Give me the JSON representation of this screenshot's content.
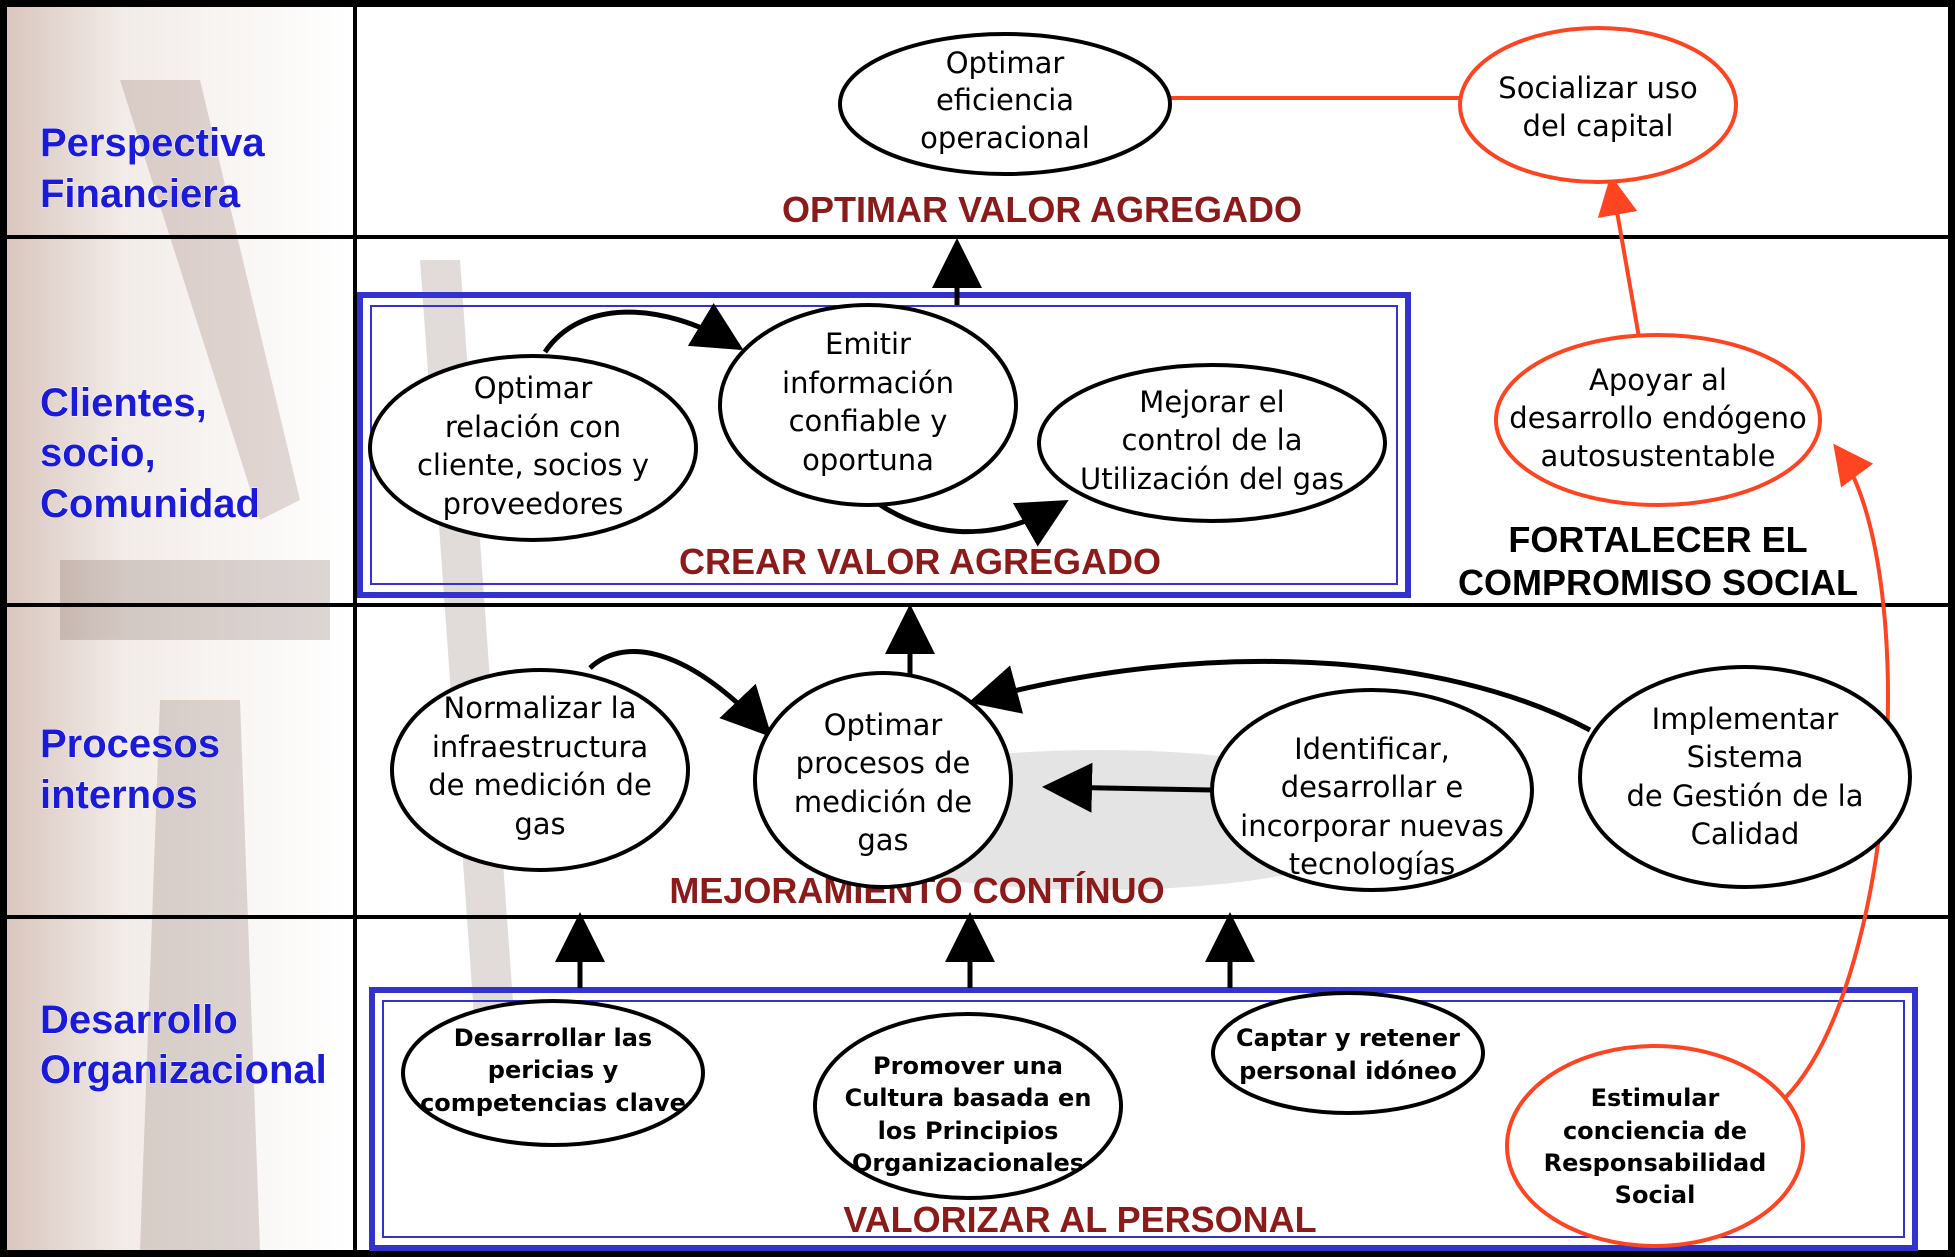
{
  "perspectives": [
    {
      "lines": [
        "Perspectiva",
        "Financiera"
      ]
    },
    {
      "lines": [
        "Clientes,",
        "socio,",
        "Comunidad"
      ]
    },
    {
      "lines": [
        "Procesos",
        "internos"
      ]
    },
    {
      "lines": [
        "Desarrollo",
        "Organizacional"
      ]
    }
  ],
  "titles": {
    "financial": "OPTIMAR  VALOR AGREGADO",
    "clients": "CREAR  VALOR AGREGADO",
    "social": [
      "FORTALECER EL",
      "COMPROMISO SOCIAL"
    ],
    "processes": "MEJORAMIENTO CONTÍNUO",
    "organizational": "VALORIZAR AL PERSONAL"
  },
  "nodes": {
    "optimar_eficiencia": [
      "Optimar",
      "eficiencia",
      "operacional"
    ],
    "socializar": [
      "Socializar uso",
      "del capital"
    ],
    "optimar_relacion": [
      "Optimar",
      "relación con",
      "cliente, socios y",
      "proveedores"
    ],
    "emitir": [
      "Emitir",
      "información",
      "confiable  y",
      "oportuna"
    ],
    "mejorar_control": [
      "Mejorar el",
      "control de la",
      "Utilización del gas"
    ],
    "apoyar": [
      "Apoyar al",
      "desarrollo endógeno",
      "autosustentable"
    ],
    "normalizar": [
      "Normalizar la",
      "infraestructura",
      "de medición de",
      "gas"
    ],
    "optimar_procesos": [
      "Optimar",
      "procesos de",
      "medición de",
      "gas"
    ],
    "identificar": [
      "Identificar,",
      "desarrollar e",
      "incorporar nuevas",
      "tecnologías"
    ],
    "implementar": [
      "Implementar",
      "Sistema",
      "de Gestión de la",
      "Calidad"
    ],
    "desarrollar_pericias": [
      "Desarrollar las",
      "pericias y",
      "competencias clave"
    ],
    "promover": [
      "Promover una",
      "Cultura basada en",
      "los Principios",
      "Organizacionales"
    ],
    "captar": [
      "Captar y retener",
      "personal idóneo"
    ],
    "estimular": [
      "Estimular",
      "conciencia de",
      "Responsabilidad",
      "Social"
    ]
  },
  "colors": {
    "row_line": "#000000",
    "box_border": "#3333cc",
    "title": "#8b1a1a",
    "label": "#1a1ad8",
    "social_accent": "#ff4422"
  }
}
